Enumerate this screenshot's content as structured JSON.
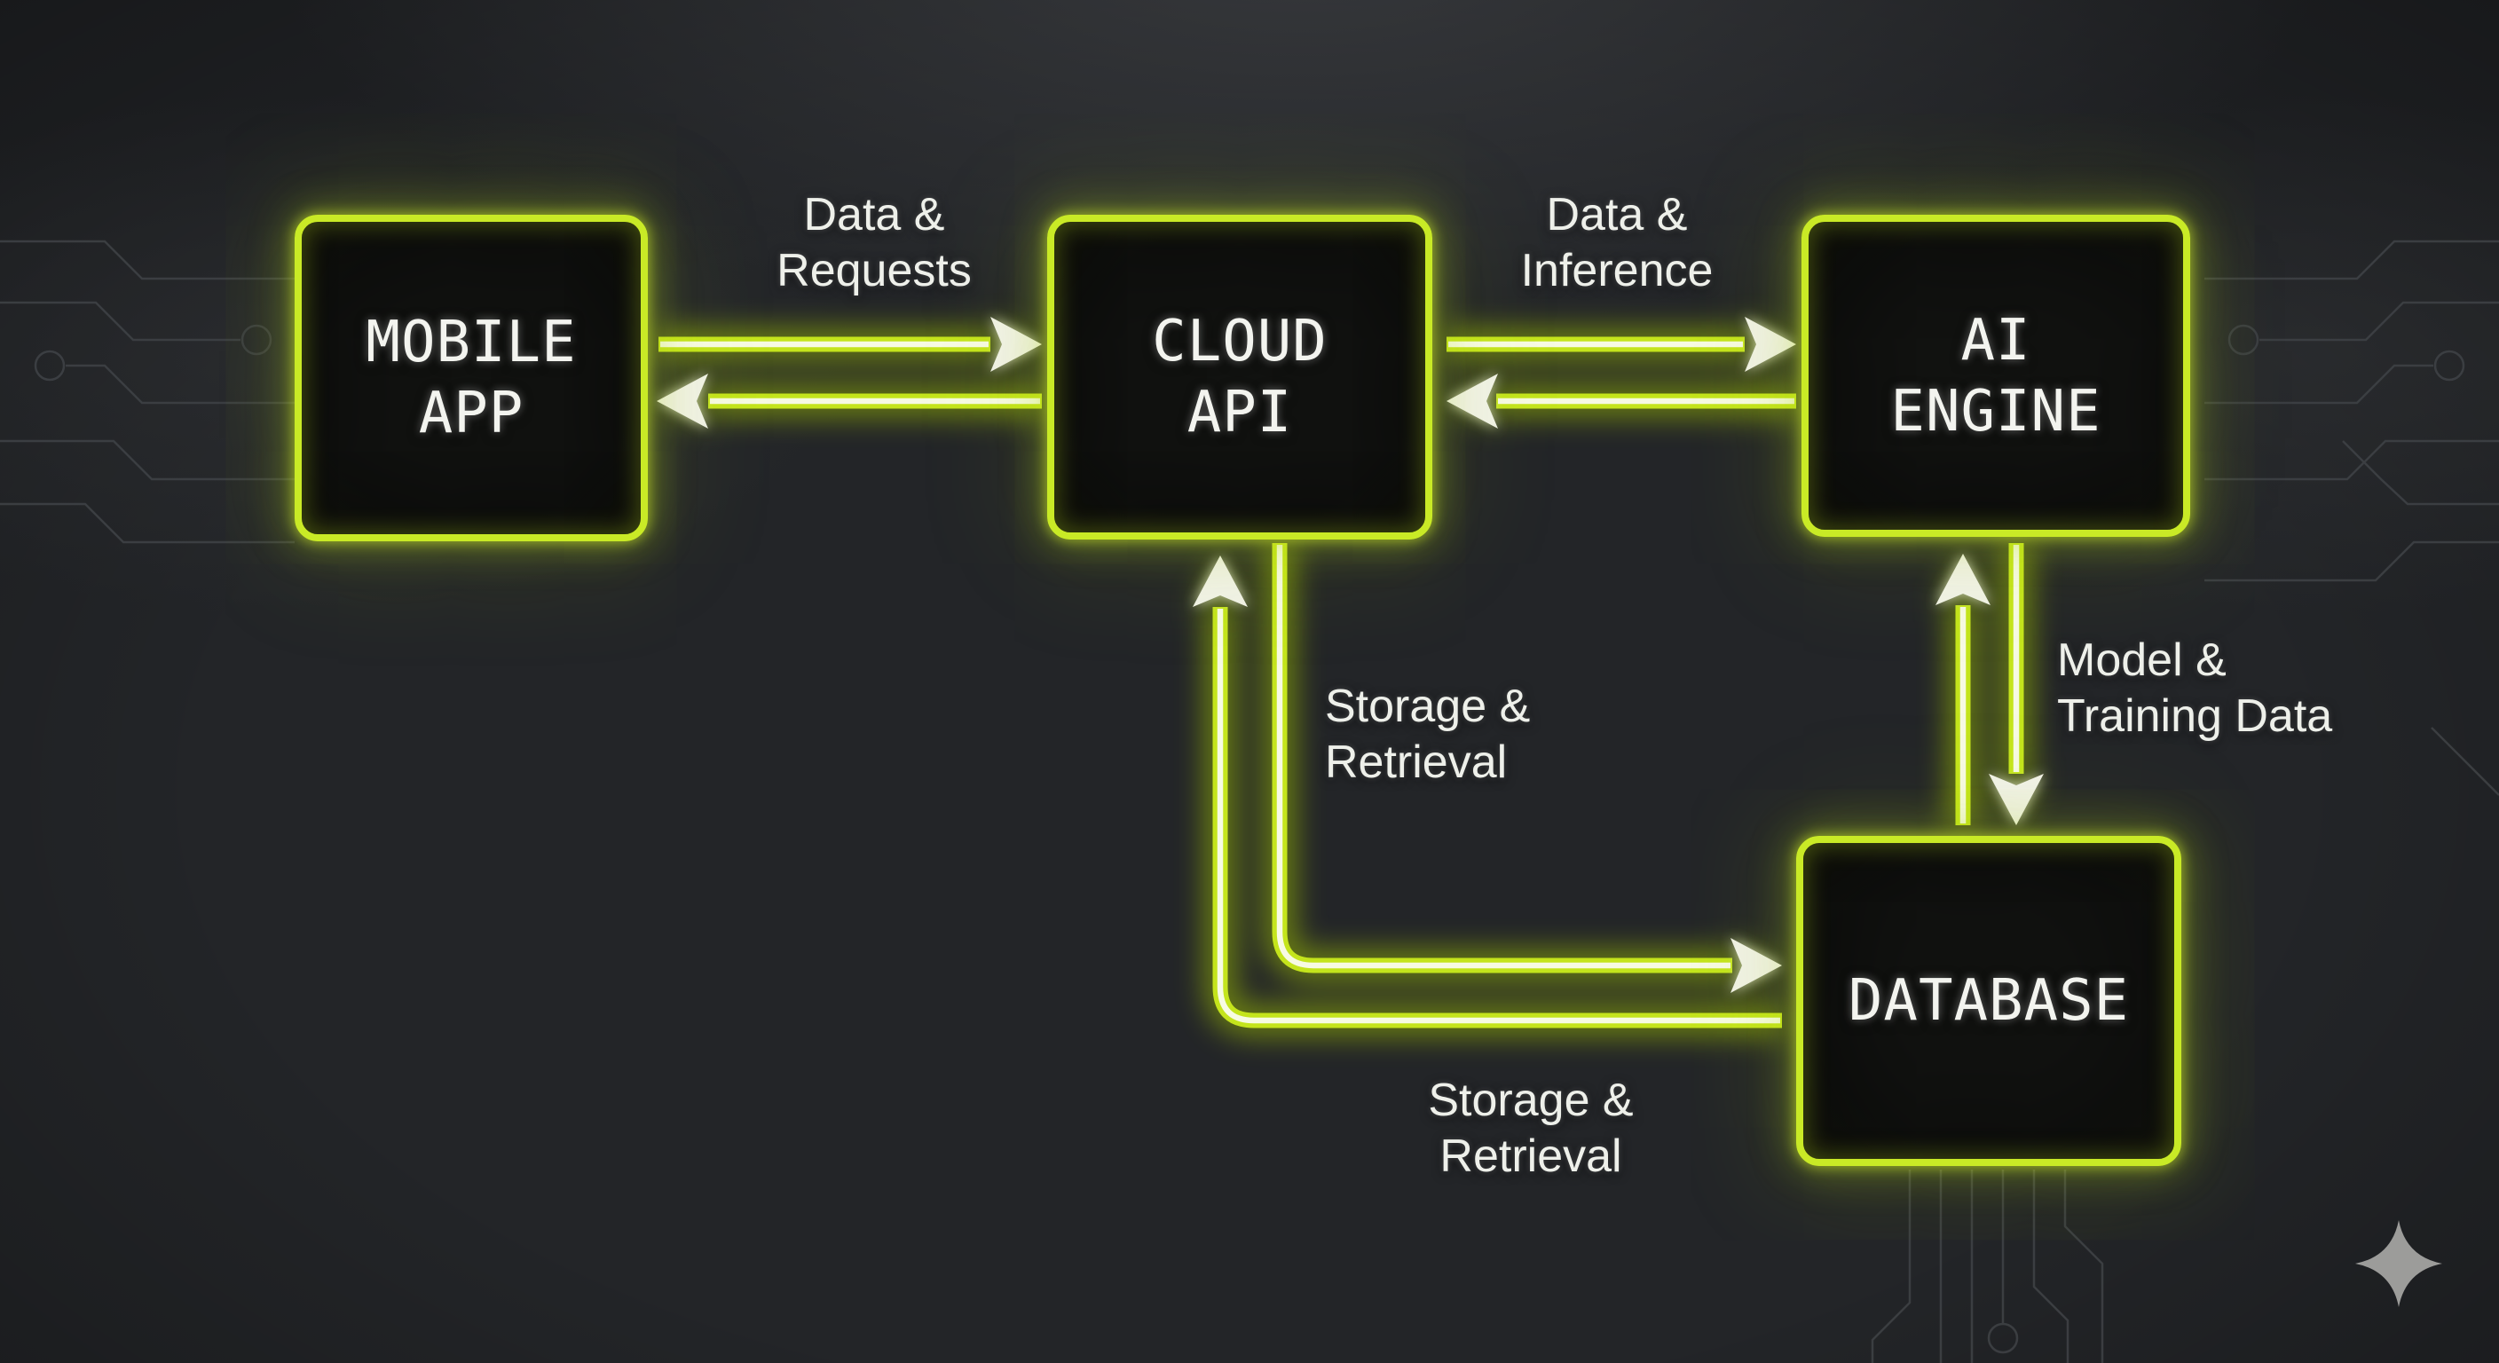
{
  "diagram_title": "Mobile app / cloud / AI architecture neon diagram",
  "colors": {
    "neon_green": "#c9ea26",
    "neon_core_white": "#fafcee",
    "arrowhead_white": "#f1f2e8",
    "background": "#232528",
    "circuit_trace": "#3e4145",
    "text": "#eef0ea",
    "sparkle_gray": "#9c9c9a"
  },
  "nodes": {
    "mobile_app": {
      "line1": "MOBILE",
      "line2": "APP"
    },
    "cloud_api": {
      "line1": "CLOUD",
      "line2": "API"
    },
    "ai_engine": {
      "line1": "AI",
      "line2": "ENGINE"
    },
    "database": {
      "line1": "DATABASE",
      "line2": ""
    }
  },
  "edges": {
    "mobile_cloud": {
      "line1": "Data &",
      "line2": "Requests",
      "direction": "bidirectional"
    },
    "cloud_ai": {
      "line1": "Data &",
      "line2": "Inference",
      "direction": "bidirectional"
    },
    "cloud_db": {
      "line1": "Storage &",
      "line2": "Retrieval",
      "direction": "bidirectional"
    },
    "ai_db": {
      "line1": "Model &",
      "line2": "Training Data",
      "direction": "bidirectional"
    },
    "db_storage": {
      "line1": "Storage &",
      "line2": "Retrieval",
      "direction": "caption"
    }
  },
  "icons": {
    "sparkle": "four-pointed-star"
  }
}
